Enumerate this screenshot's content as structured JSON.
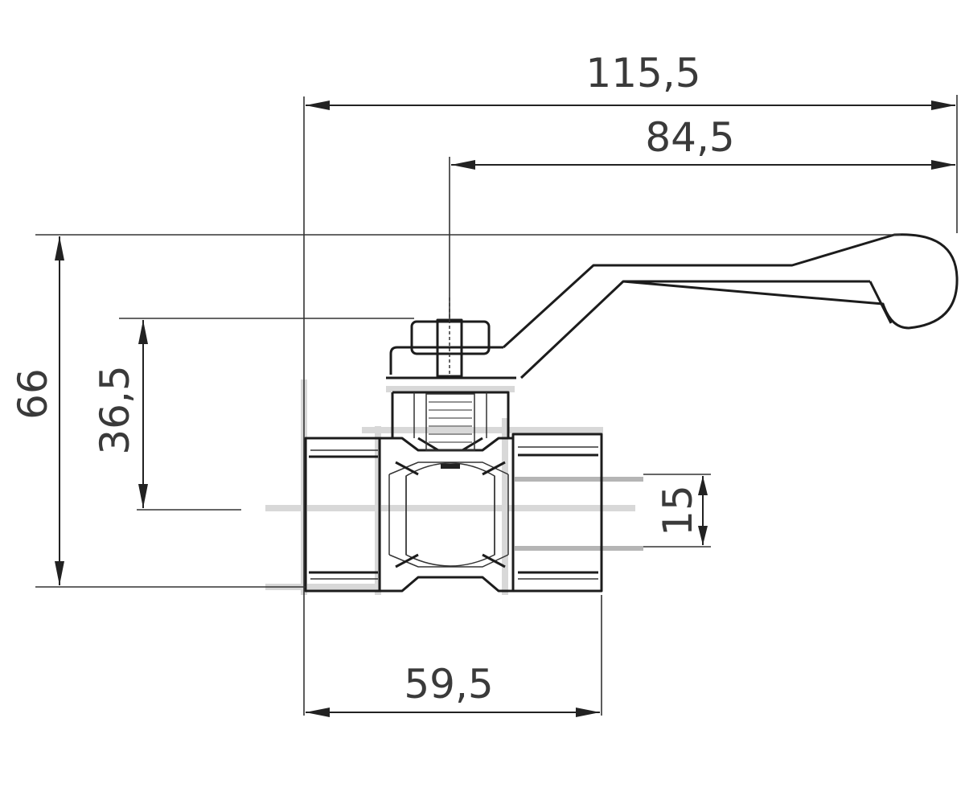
{
  "drawing": {
    "subject": "ball-valve",
    "dimensions": {
      "overall_length": "115,5",
      "handle_reach": "84,5",
      "overall_height": "66",
      "stem_height": "36,5",
      "bore": "15",
      "body_length": "59,5"
    }
  }
}
